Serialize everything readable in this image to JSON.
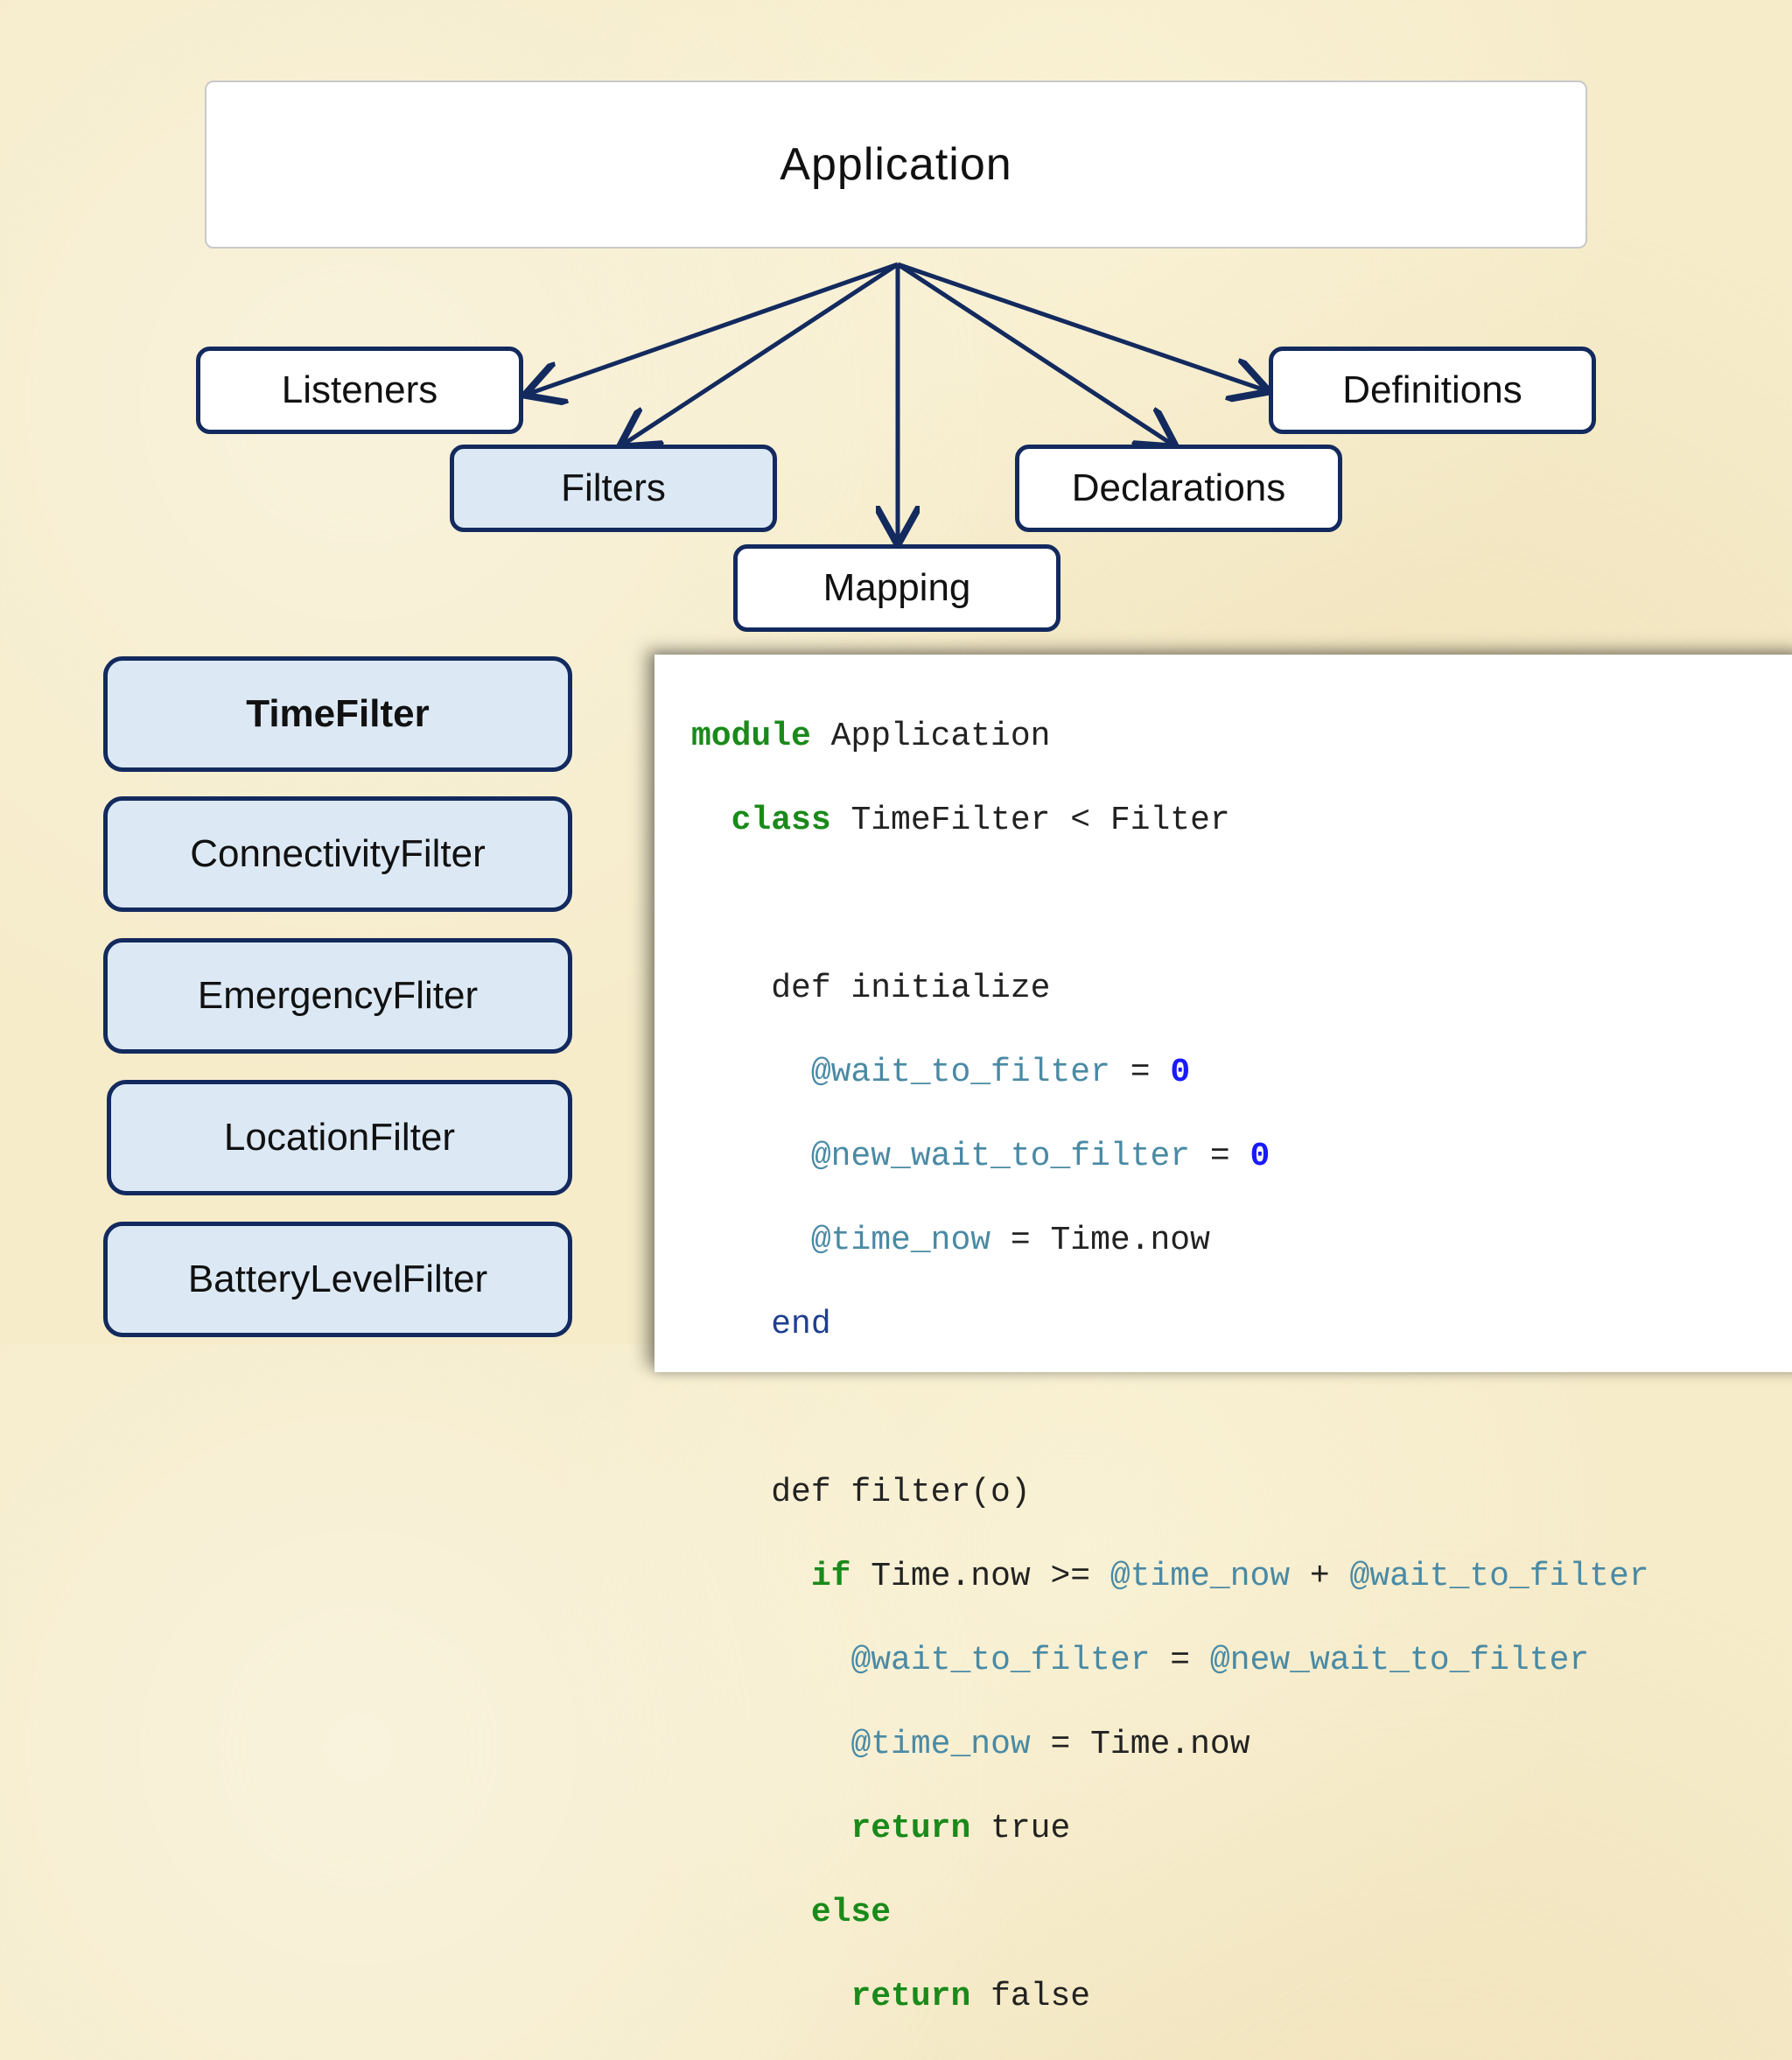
{
  "diagram": {
    "root": "Application",
    "children": [
      "Listeners",
      "Filters",
      "Mapping",
      "Declarations",
      "Definitions"
    ]
  },
  "filters": [
    "TimeFilter",
    "ConnectivityFilter",
    "EmergencyFliter",
    "LocationFilter",
    "BatteryLevelFilter"
  ],
  "code": {
    "l1_kw": "module",
    "l1_rest": " Application",
    "l2_kw": "class",
    "l2_rest": " TimeFilter < Filter",
    "l4": "def initialize",
    "l5_var": "@wait_to_filter",
    "l5_op": " = ",
    "l5_num": "0",
    "l6_var": "@new_wait_to_filter",
    "l6_op": " = ",
    "l6_num": "0",
    "l7_var": "@time_now",
    "l7_rest": " = Time.now",
    "l8": "end",
    "l10": "def filter(o)",
    "l11_kw": "if",
    "l11_a": " Time.now >= ",
    "l11_var1": "@time_now",
    "l11_b": " + ",
    "l11_var2": "@wait_to_filter",
    "l12_var1": "@wait_to_filter",
    "l12_op": " = ",
    "l12_var2": "@new_wait_to_filter",
    "l13_var": "@time_now",
    "l13_rest": " = Time.now",
    "l14_kw": "return",
    "l14_rest": " true",
    "l15_kw": "else",
    "l16_kw": "return",
    "l16_rest": " false"
  }
}
